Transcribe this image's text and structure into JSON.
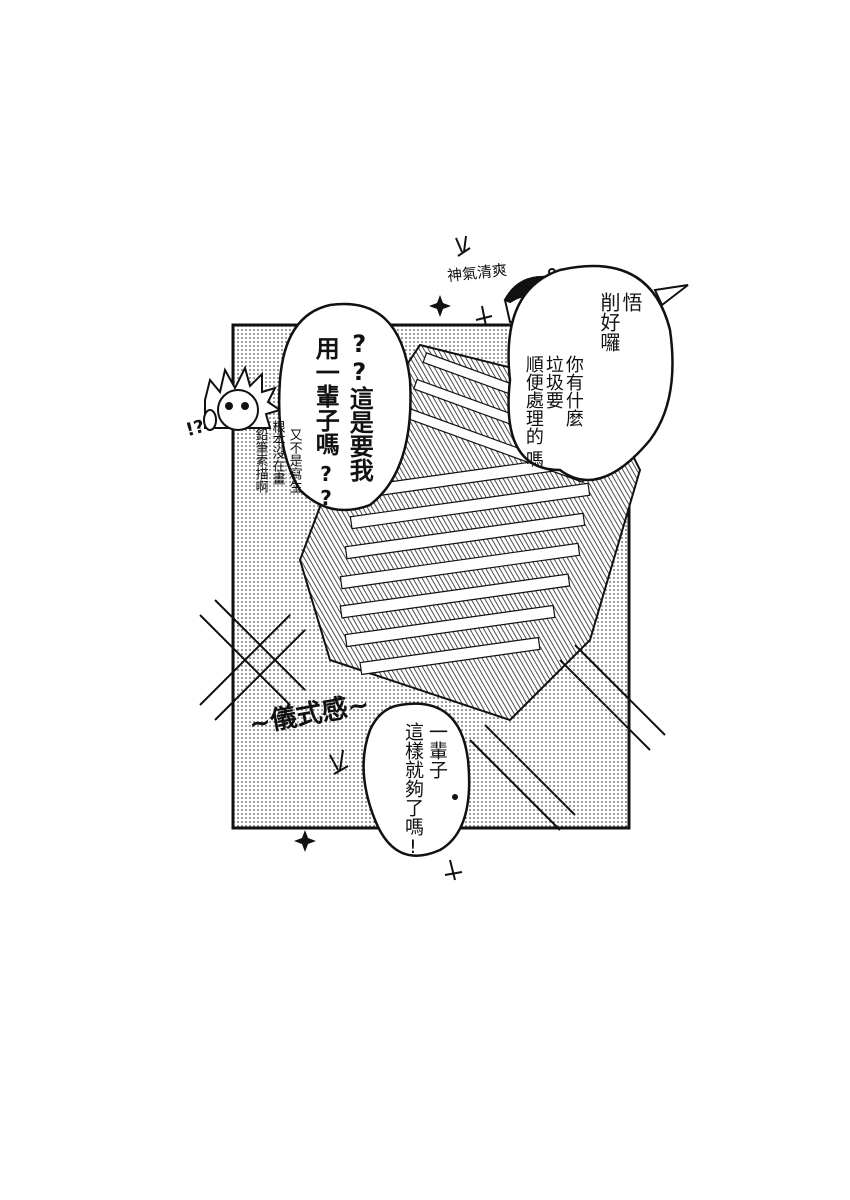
{
  "bubble_top_right": {
    "line1": "悟",
    "line2": "削好囉",
    "line3": "你有什麼",
    "line4": "垃圾要",
    "line5": "順便處理的",
    "line6": "嗎"
  },
  "bubble_left": {
    "line1": "??這是要我",
    "line2": "用一輩子嗎",
    "line3": "??"
  },
  "side_note": {
    "line1": "又不是寫生",
    "line2": "根本沒在畫",
    "line3": "鉛筆素描啊"
  },
  "sfx_refreshed": "神氣清爽",
  "exclaim": "!?",
  "ceremony_caption": "~儀式感~",
  "bubble_bottom": {
    "line1": "一輩子",
    "line2": "這樣就夠了嗎!"
  }
}
